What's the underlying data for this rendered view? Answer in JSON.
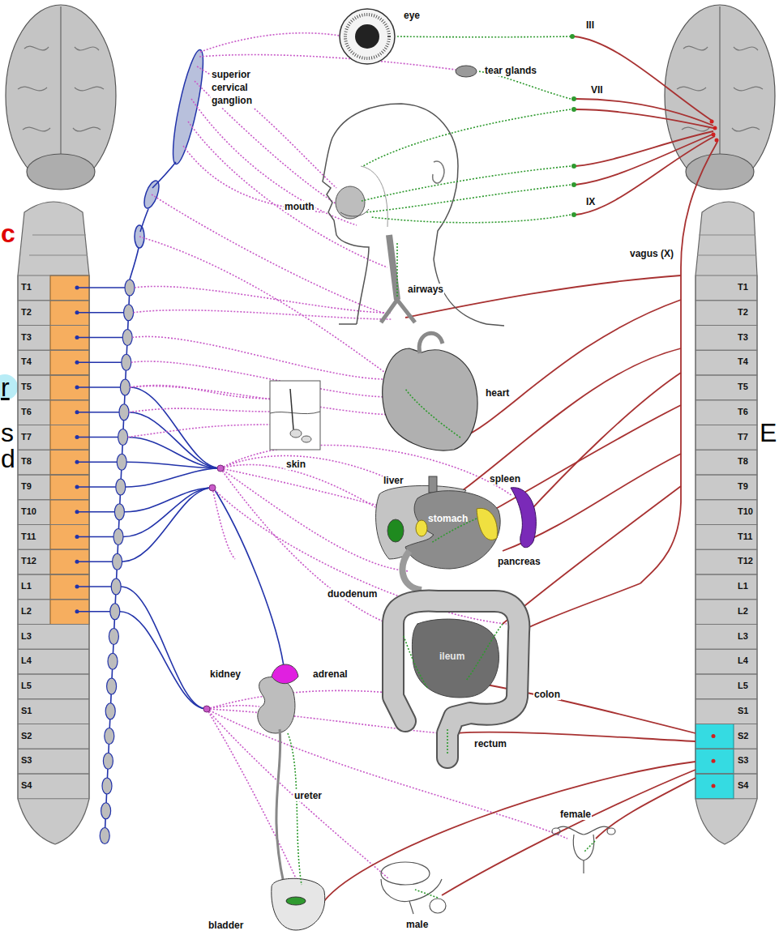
{
  "diagram": {
    "labels": [
      "eye",
      "III",
      "superior cervical ganglion",
      "tear glands",
      "VII",
      "c",
      "mouth",
      "IX",
      "vagus (X)",
      "airways",
      "T1",
      "T2",
      "T3",
      "T4",
      "T5",
      "T6",
      "T7",
      "T8",
      "T9",
      "T10",
      "T11",
      "T12",
      "L1",
      "L2",
      "L3",
      "L4",
      "L5",
      "S1",
      "S2",
      "S3",
      "S4",
      "T1",
      "T2",
      "T3",
      "T4",
      "T5",
      "T6",
      "T7",
      "T8",
      "T9",
      "T10",
      "T11",
      "T12",
      "L1",
      "L2",
      "L3",
      "L4",
      "L5",
      "S1",
      "S2",
      "S3",
      "S4",
      "heart",
      "r",
      "s",
      "d",
      "E",
      "skin",
      "liver",
      "spleen",
      "stomach",
      "pancreas",
      "duodenum",
      "adrenal",
      "kidney",
      "ileum",
      "colon",
      "rectum",
      "ureter",
      "bladder",
      "male",
      "female"
    ]
  }
}
